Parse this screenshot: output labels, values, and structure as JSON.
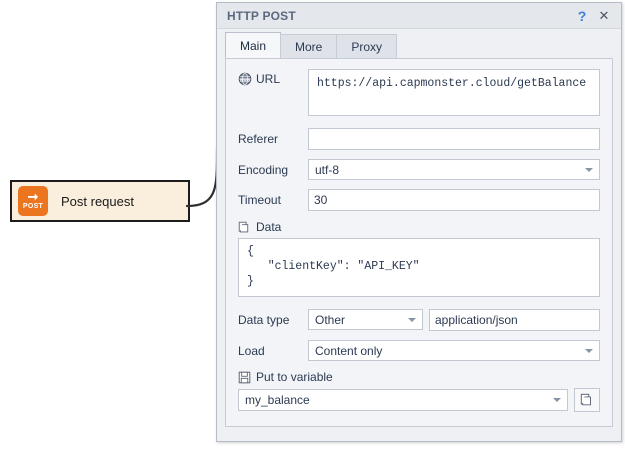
{
  "flow_node": {
    "label": "Post request",
    "icon": "post-arrow-icon",
    "icon_caption": "POST",
    "icon_color": "#ec7620",
    "fill_color": "#faeedd",
    "border_color": "#1c1c1c"
  },
  "dialog": {
    "title": "HTTP POST",
    "help_label": "?",
    "close_label": "✕",
    "tabs": [
      {
        "label": "Main",
        "active": true
      },
      {
        "label": "More",
        "active": false
      },
      {
        "label": "Proxy",
        "active": false
      }
    ],
    "fields": {
      "url": {
        "label": "URL",
        "icon": "globe-www-icon",
        "value": "https://api.capmonster.cloud/getBalance",
        "placeholder": ""
      },
      "referer": {
        "label": "Referer",
        "value": "",
        "placeholder": ""
      },
      "encoding": {
        "label": "Encoding",
        "value": "utf-8",
        "options": [
          "utf-8"
        ]
      },
      "timeout": {
        "label": "Timeout",
        "value": "30",
        "value_color": "#9b2d9b"
      },
      "data": {
        "label": "Data",
        "icon": "copy-icon",
        "value": "{\n   \"clientKey\": \"API_KEY\"\n}"
      },
      "data_type": {
        "label": "Data type",
        "value": "Other",
        "options": [
          "Other"
        ],
        "content_type": "application/json"
      },
      "load": {
        "label": "Load",
        "value": "Content only",
        "options": [
          "Content only"
        ]
      },
      "put_to_variable": {
        "label": "Put to variable",
        "icon": "save-icon",
        "value": "my_balance",
        "options": [
          "my_balance"
        ],
        "side_button_icon": "copy-icon"
      }
    }
  }
}
